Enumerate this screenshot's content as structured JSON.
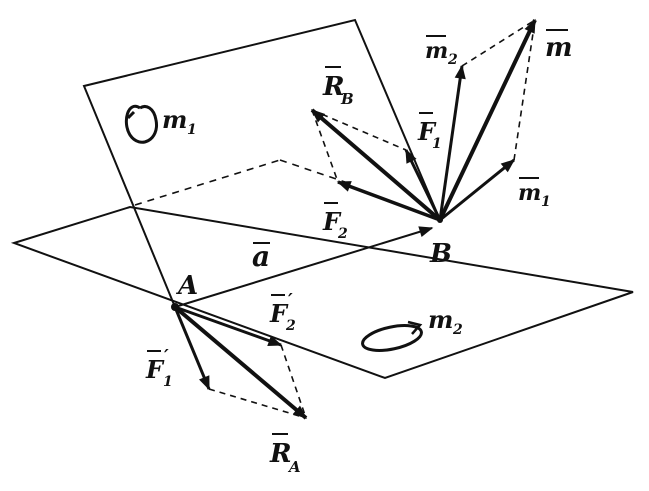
{
  "colors": {
    "ink": "#111111",
    "background": "#ffffff"
  },
  "labels": {
    "point_a": "A",
    "point_b": "B",
    "vector_a": "a",
    "f1": "F",
    "f1_sub": "1",
    "f2": "F",
    "f2_sub": "2",
    "rb": "R",
    "rb_sub": "B",
    "m_total": "m",
    "m1": "m",
    "m1_sub": "1",
    "m2": "m",
    "m2_sub": "2",
    "f1_prime": "F",
    "f1_prime_sub": "1",
    "f2_prime": "F",
    "f2_prime_sub": "2",
    "ra": "R",
    "ra_sub": "A",
    "plane1_moment": "m",
    "plane1_moment_sub": "1",
    "plane2_moment": "m",
    "plane2_moment_sub": "2"
  }
}
